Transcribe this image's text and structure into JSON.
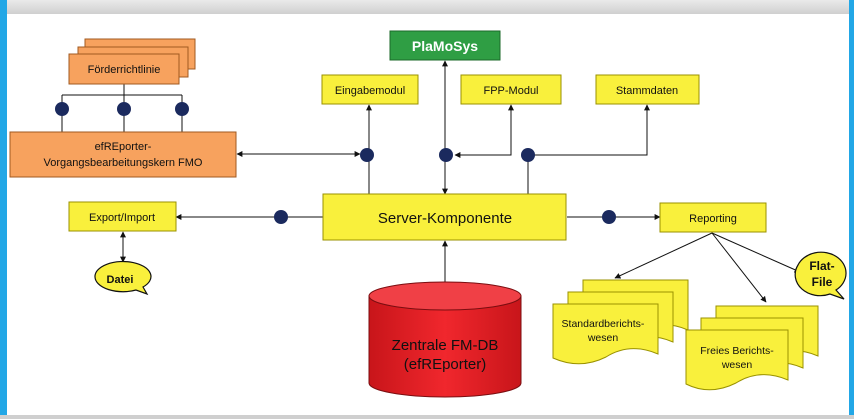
{
  "nodes": {
    "foerderrichtlinie": "Förderrichtlinie",
    "plamosys": "PlaMoSys",
    "eingabemodul": "Eingabemodul",
    "fpp_modul": "FPP-Modul",
    "stammdaten": "Stammdaten",
    "efreporter_line1": "efREporter-",
    "efreporter_line2": "Vorgangsbearbeitungskern FMO",
    "export_import": "Export/Import",
    "server": "Server-Komponente",
    "reporting": "Reporting",
    "datei": "Datei",
    "flatfile_line1": "Flat-",
    "flatfile_line2": "File",
    "db_line1": "Zentrale FM-DB",
    "db_line2": "(efREporter)",
    "standard_line1": "Standardberichts-",
    "standard_line2": "wesen",
    "freies_line1": "Freies Berichts-",
    "freies_line2": "wesen"
  },
  "colors": {
    "orange": "#f7a25e",
    "green": "#2f9e44",
    "yellow": "#f9f03c",
    "red": "#e8252a",
    "connector": "#1b2a5e",
    "frame": "#22a7e6"
  }
}
